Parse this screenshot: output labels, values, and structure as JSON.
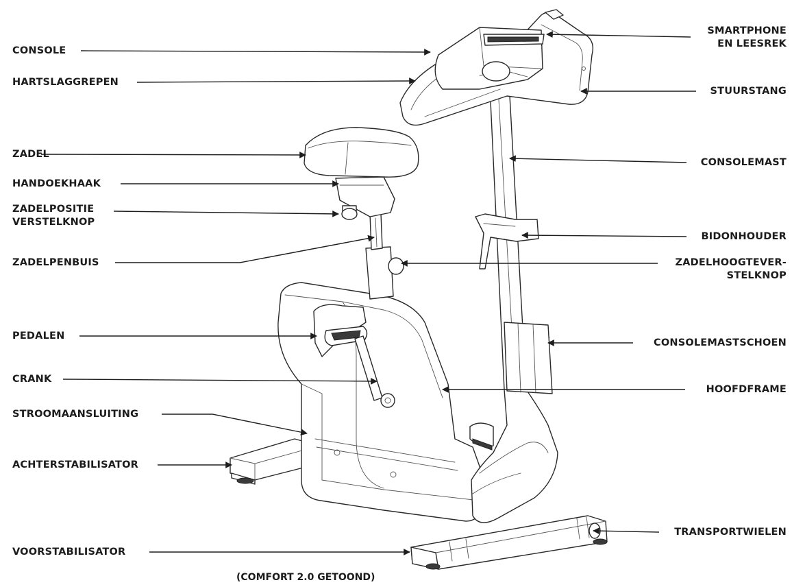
{
  "labels": {
    "console": "CONSOLE",
    "hartslaggrepen": "HARTSLAGGREPEN",
    "zadel": "ZADEL",
    "handoekhaak": "HANDOEKHAAK",
    "zadelpositie_verstelknop": "ZADELPOSITIE\nVERSTELKNOP",
    "zadelpenbuis": "ZADELPENBUIS",
    "pedalen": "PEDALEN",
    "crank": "CRANK",
    "stroomaansluiting": "STROOMAANSLUITING",
    "achterstabilisator": "ACHTERSTABILISATOR",
    "voorstabilisator": "VOORSTABILISATOR",
    "smartphone_en_leesrek": "SMARTPHONE\nEN LEESREK",
    "stuurstang": "STUURSTANG",
    "consolemast": "CONSOLEMAST",
    "bidonhouder": "BIDONHOUDER",
    "zadelhoogteverstelknop": "ZADELHOOGTEVER-\nSTELKNOP",
    "consolemastschoen": "CONSOLEMASTSCHOEN",
    "hoofdframe": "HOOFDFRAME",
    "transportwielen": "TRANSPORTWIELEN"
  },
  "caption": "(COMFORT 2.0 GETOOND)",
  "colors": {
    "line": "#1e1e1e",
    "text": "#1c1c1c",
    "background": "#ffffff"
  }
}
